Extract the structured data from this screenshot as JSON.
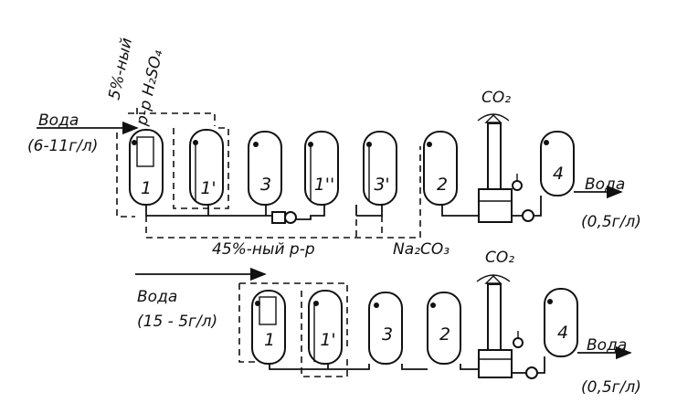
{
  "top": {
    "water_in_label": "Вода",
    "water_in_conc": "(6-11г/л)",
    "acid_line1": "5%-ный",
    "acid_line2": "р-р H₂SO₄",
    "co2_label": "CO₂",
    "water_out_label": "Вода",
    "water_out_conc": "(0,5г/л)",
    "vessels": [
      "1",
      "1'",
      "3",
      "1''",
      "3'",
      "2",
      "4"
    ],
    "soda_label": "45%-ный р-р",
    "soda_formula": "Na₂CO₃"
  },
  "bottom": {
    "water_in_label": "Вода",
    "water_in_conc": "(15 - 5г/л)",
    "co2_label": "CO₂",
    "water_out_label": "Вода",
    "water_out_conc": "(0,5г/л)",
    "vessels": [
      "1",
      "1'",
      "3",
      "2",
      "4"
    ]
  }
}
